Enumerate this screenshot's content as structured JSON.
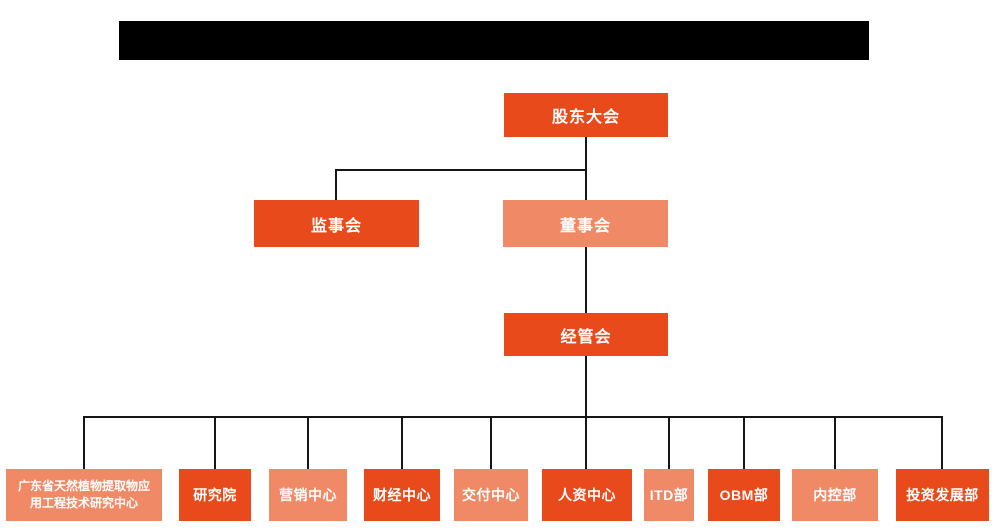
{
  "title_bar": {
    "text": "",
    "note_visible_as": "solid black redacted bar"
  },
  "colors": {
    "primary": "#e84a1b",
    "secondary": "#f08a66",
    "connector": "#161616",
    "titlebar": "#000000",
    "background": "#ffffff",
    "nodetext": "#ffffff"
  },
  "org_chart": {
    "level1": {
      "label": "股东大会",
      "variant": "primary"
    },
    "level2": [
      {
        "label": "监事会",
        "variant": "primary"
      },
      {
        "label": "董事会",
        "variant": "secondary"
      }
    ],
    "level3": {
      "label": "经管会",
      "variant": "primary"
    },
    "departments": [
      {
        "label": "广东省天然植物提取物应用工程技术研究中心",
        "variant": "secondary"
      },
      {
        "label": "研究院",
        "variant": "primary"
      },
      {
        "label": "营销中心",
        "variant": "secondary"
      },
      {
        "label": "财经中心",
        "variant": "primary"
      },
      {
        "label": "交付中心",
        "variant": "secondary"
      },
      {
        "label": "人资中心",
        "variant": "primary"
      },
      {
        "label": "ITD部",
        "variant": "secondary"
      },
      {
        "label": "OBM部",
        "variant": "primary"
      },
      {
        "label": "内控部",
        "variant": "secondary"
      },
      {
        "label": "投资发展部",
        "variant": "primary"
      }
    ]
  }
}
